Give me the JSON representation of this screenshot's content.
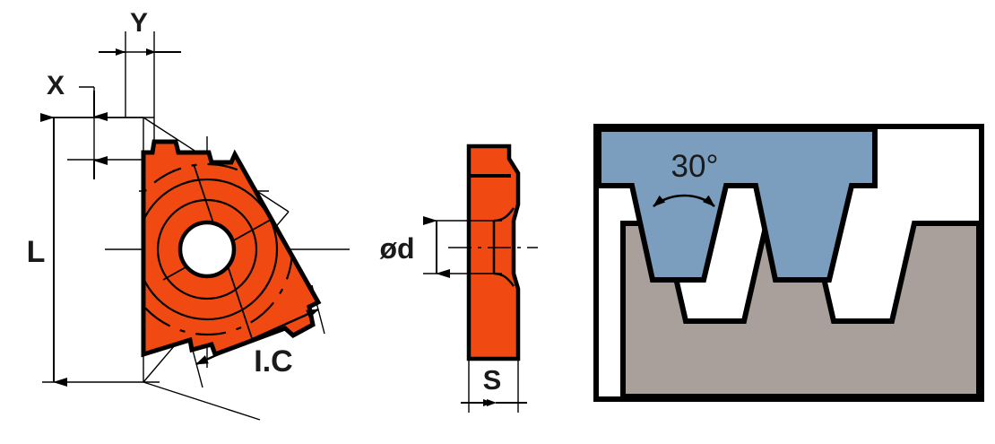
{
  "drawing": {
    "title": "Threading insert technical drawing",
    "views": [
      {
        "name": "front-view",
        "description": "Triangular threading insert front view with dimensions L, X, Y and I.C"
      },
      {
        "name": "side-view",
        "description": "Insert side view with thickness S and hole diameter ød"
      },
      {
        "name": "thread-profile-view",
        "description": "Thread profile engagement cross-section showing 30° included angle"
      }
    ]
  },
  "labels": {
    "y": "Y",
    "x": "X",
    "l": "L",
    "ic": "I.C",
    "diameter_d": "ød",
    "s": "S",
    "angle": "30°"
  },
  "colors": {
    "insert_orange": "#F04A12",
    "tool_blue": "#7B9EBE",
    "workpiece_gray": "#A9A09C",
    "outline_black": "#000000",
    "background_white": "#FFFFFF"
  },
  "geometry": {
    "angle_value_degrees": 30,
    "insert_shape": "triangular-60-degree",
    "thread_form": "trapezoidal"
  }
}
